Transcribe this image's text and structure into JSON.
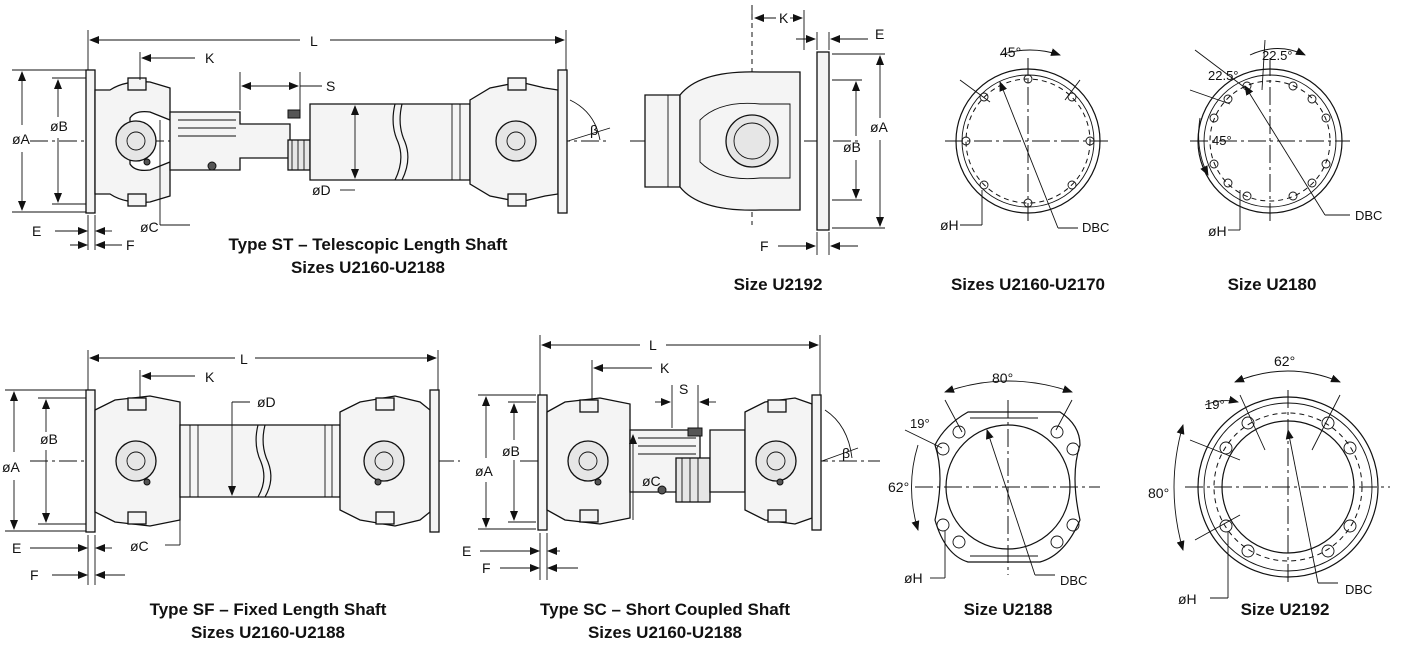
{
  "drawings": {
    "type_st": {
      "dims": {
        "L": "L",
        "K": "K",
        "S": "S",
        "A": "øA",
        "B": "øB",
        "C": "øC",
        "D": "øD",
        "E": "E",
        "F": "F",
        "beta": "β"
      },
      "caption": [
        "Type ST – Telescopic Length Shaft",
        "Sizes U2160-U2188"
      ]
    },
    "size_u2192_side": {
      "dims": {
        "K": "K",
        "E": "E",
        "A": "øA",
        "B": "øB",
        "F": "F"
      },
      "caption": "Size U2192"
    },
    "sizes_u2160_u2170": {
      "angle": "45°",
      "hole": "øH",
      "dbc": "DBC",
      "caption": "Sizes U2160-U2170"
    },
    "size_u2180": {
      "angles": [
        "22.5°",
        "22.5°",
        "45°"
      ],
      "hole": "øH",
      "dbc": "DBC",
      "caption": "Size U2180"
    },
    "type_sf": {
      "dims": {
        "L": "L",
        "K": "K",
        "A": "øA",
        "B": "øB",
        "C": "øC",
        "D": "øD",
        "E": "E",
        "F": "F"
      },
      "caption": [
        "Type SF – Fixed Length Shaft",
        "Sizes U2160-U2188"
      ]
    },
    "type_sc": {
      "dims": {
        "L": "L",
        "K": "K",
        "S": "S",
        "A": "øA",
        "B": "øB",
        "C": "øC",
        "E": "E",
        "F": "F",
        "beta": "β"
      },
      "caption": [
        "Type SC – Short Coupled Shaft",
        "Sizes U2160-U2188"
      ]
    },
    "size_u2188": {
      "angles": [
        "80°",
        "19°",
        "62°"
      ],
      "hole": "øH",
      "dbc": "DBC",
      "caption": "Size U2188"
    },
    "size_u2192_face": {
      "angles": [
        "62°",
        "19°",
        "80°"
      ],
      "hole": "øH",
      "dbc": "DBC",
      "caption": "Size U2192"
    }
  }
}
